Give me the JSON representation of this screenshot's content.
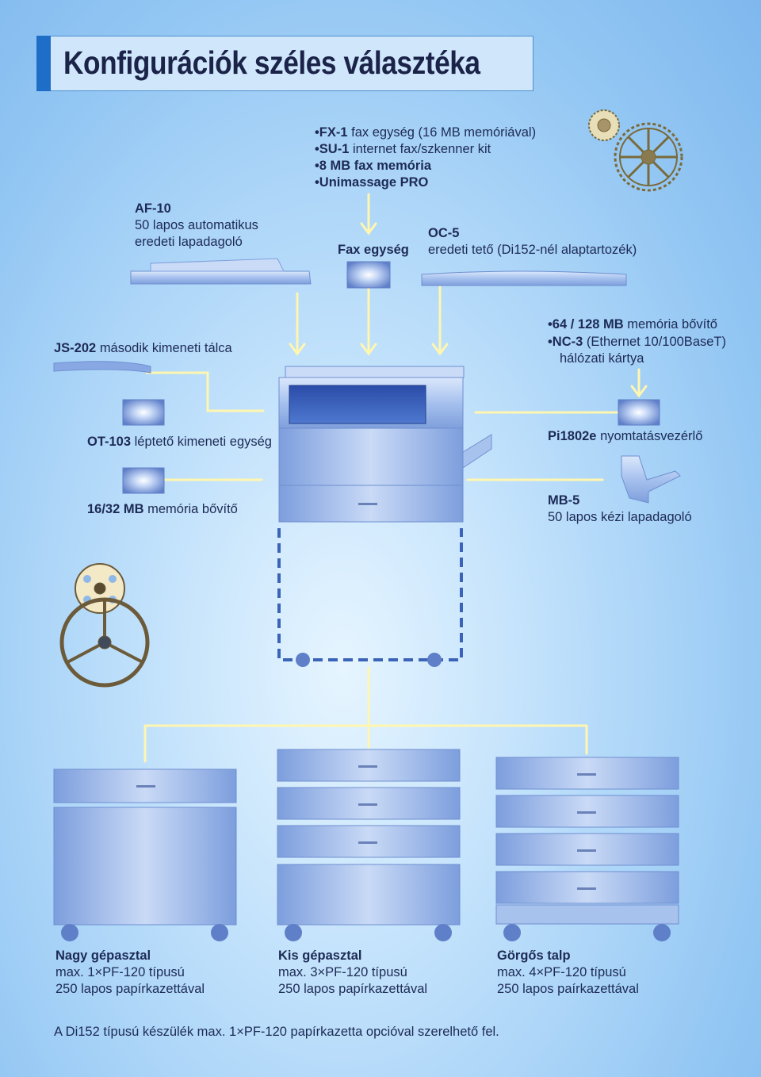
{
  "title": "Konfigurációk széles választéka",
  "fax_list": [
    {
      "code": "FX-1",
      "text": "fax egység (16 MB memóriával)"
    },
    {
      "code": "SU-1",
      "text": "internet fax/szkenner kit"
    },
    {
      "code": "8 MB",
      "text": "fax memória"
    },
    {
      "code": "",
      "text": "Unimassage PRO"
    }
  ],
  "af10": {
    "code": "AF-10",
    "line1": "50 lapos automatikus",
    "line2": "eredeti lapadagoló"
  },
  "fax_unit": {
    "label": "Fax egység"
  },
  "oc5": {
    "code": "OC-5",
    "text": "eredeti tető (Di152-nél alaptartozék)"
  },
  "js202": {
    "code": "JS-202",
    "text": "második kimeneti tálca"
  },
  "memory_list": [
    {
      "code": "64 / 128 MB",
      "text": "memória bővítő"
    },
    {
      "code": "NC-3",
      "text": "(Ethernet 10/100BaseT)"
    }
  ],
  "memory_list_cont": "hálózati kártya",
  "ot103": {
    "code": "OT-103",
    "text": "léptető kimeneti egység"
  },
  "pi1802e": {
    "code": "Pi1802e",
    "text": "nyomtatásvezérlő"
  },
  "mem1632": {
    "code": "16/32 MB",
    "text": "memória bővítő"
  },
  "mb5": {
    "code": "MB-5",
    "text": "50 lapos kézi lapadagoló"
  },
  "cabinets": [
    {
      "title": "Nagy gépasztal",
      "line1": "max. 1×PF-120 típusú",
      "line2": "250 lapos papírkazettával"
    },
    {
      "title": "Kis gépasztal",
      "line1": "max. 3×PF-120 típusú",
      "line2": "250 lapos papírkazettával"
    },
    {
      "title": "Görgős talp",
      "line1": "max. 4×PF-120 típusú",
      "line2": "250 lapos paírkazettával"
    }
  ],
  "footnote": "A Di152 típusú készülék max. 1×PF-120 papírkazetta opcióval szerelhető fel.",
  "colors": {
    "title_bar": "#1e6ec8",
    "connector": "#fff3a8",
    "device": "#8fb0e6",
    "text": "#1d2a55"
  }
}
